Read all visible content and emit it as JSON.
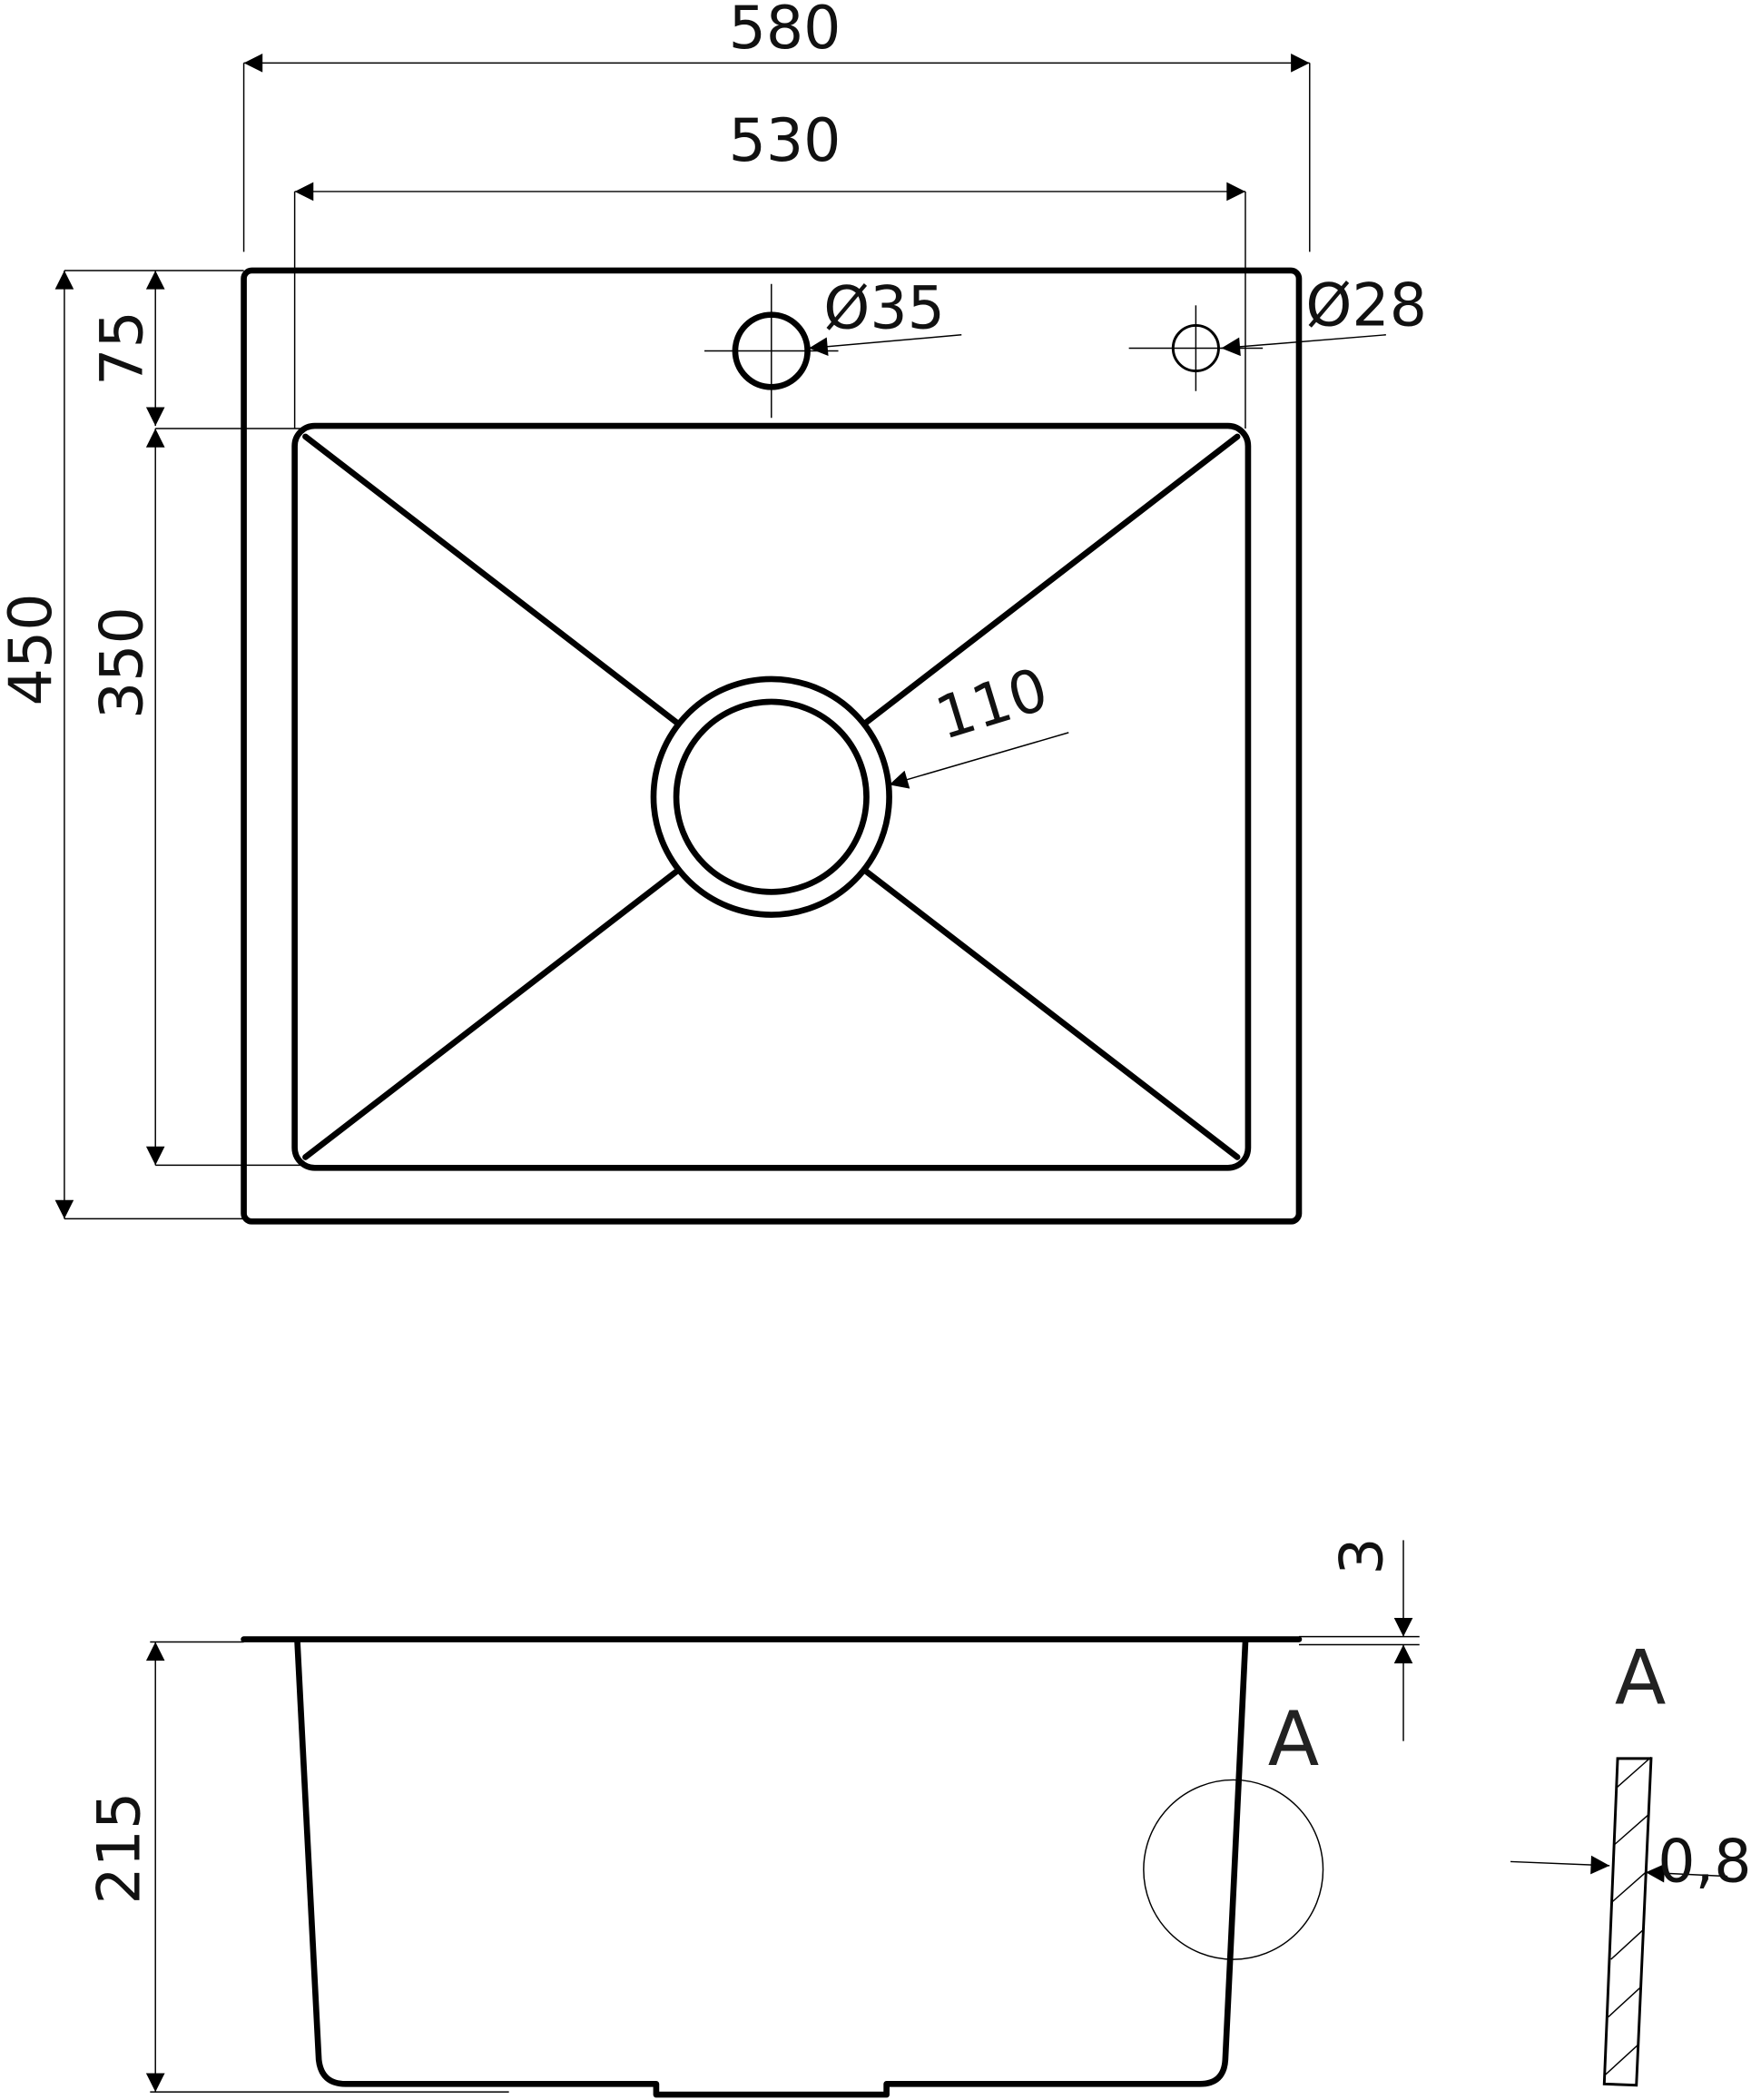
{
  "title": "Sink drawing",
  "top_view": {
    "width_overall": "580",
    "width_bowl": "530",
    "depth_overall": "450",
    "depth_bowl": "350",
    "back_ledge": "75",
    "tap_hole": "Ø35",
    "aux_hole": "Ø28",
    "drain": "110"
  },
  "side_view": {
    "height": "215",
    "rim_thickness": "3",
    "detail_marker": "A"
  },
  "detail": {
    "label": "A",
    "wall_thickness": "0,8"
  }
}
